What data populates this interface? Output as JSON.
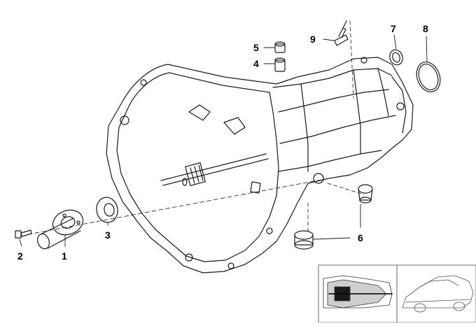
{
  "diagram": {
    "callouts": [
      {
        "id": "1",
        "label": "1"
      },
      {
        "id": "2",
        "label": "2"
      },
      {
        "id": "3",
        "label": "3"
      },
      {
        "id": "4",
        "label": "4"
      },
      {
        "id": "5",
        "label": "5"
      },
      {
        "id": "6",
        "label": "6"
      },
      {
        "id": "7",
        "label": "7"
      },
      {
        "id": "8",
        "label": "8"
      },
      {
        "id": "9",
        "label": "9"
      }
    ],
    "line_color": "#1a1a1a",
    "background": "#ffffff"
  }
}
